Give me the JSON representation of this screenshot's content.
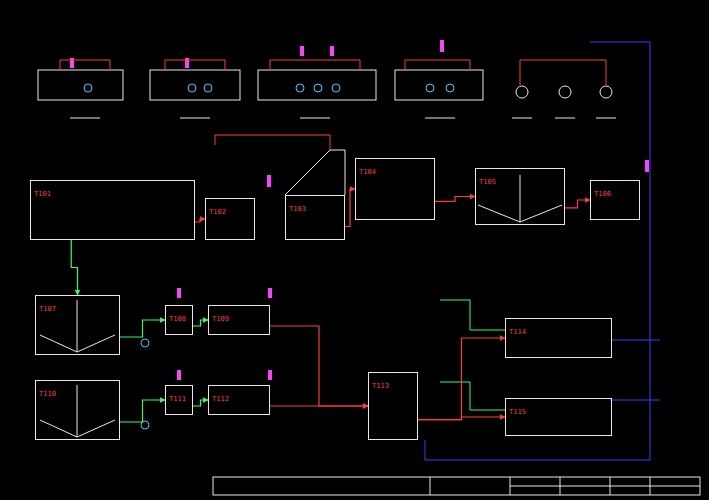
{
  "diagram": {
    "nodes": [
      {
        "text": [
          "T101"
        ]
      },
      {
        "text": [
          "T102"
        ]
      },
      {
        "text": [
          "T103"
        ]
      },
      {
        "text": [
          "T104"
        ]
      },
      {
        "text": [
          "T105"
        ]
      },
      {
        "text": [
          "T106"
        ]
      },
      {
        "text": [
          "T107"
        ]
      },
      {
        "text": [
          "T108"
        ]
      },
      {
        "text": [
          "T109"
        ]
      },
      {
        "text": [
          "T110"
        ]
      },
      {
        "text": [
          "T111"
        ]
      },
      {
        "text": [
          "T112"
        ]
      },
      {
        "text": [
          "T113"
        ]
      },
      {
        "text": [
          "T114"
        ]
      },
      {
        "text": [
          "T115"
        ]
      }
    ],
    "edges": [
      {
        "from": 0,
        "to": 1,
        "arrow": "to"
      },
      {
        "from": 2,
        "to": 3,
        "arrow": "to"
      },
      {
        "from": 3,
        "to": 4,
        "arrow": "to"
      },
      {
        "from": 4,
        "to": 5,
        "arrow": "to"
      },
      {
        "from": 0,
        "to": 6,
        "arrow": "to"
      },
      {
        "from": 6,
        "to": 7,
        "arrow": "to"
      },
      {
        "from": 7,
        "to": 8,
        "arrow": "to"
      },
      {
        "from": 9,
        "to": 10,
        "arrow": "to"
      },
      {
        "from": 10,
        "to": 11,
        "arrow": "to"
      },
      {
        "from": 8,
        "to": 12,
        "arrow": "to"
      },
      {
        "from": 11,
        "to": 12,
        "arrow": "to"
      },
      {
        "from": 12,
        "to": 13,
        "arrow": "to"
      },
      {
        "from": 12,
        "to": 14,
        "arrow": "to"
      }
    ]
  }
}
